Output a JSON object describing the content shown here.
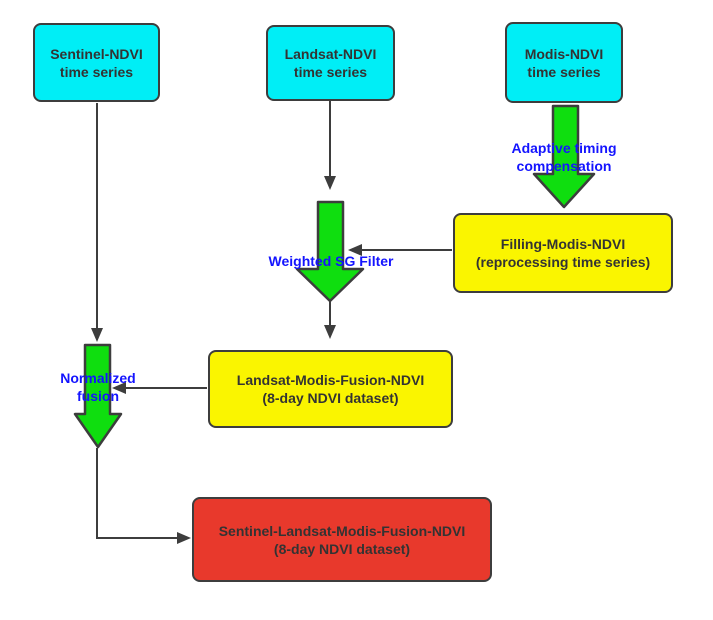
{
  "diagram": {
    "type": "flowchart",
    "background": "#ffffff",
    "colors": {
      "source_box": "#00EEF6",
      "process_box": "#FAF500",
      "result_box": "#E8392C",
      "block_arrow": "#0FDE0F",
      "edge_label_text": "#1414FF",
      "line": "#3D3D3D",
      "node_text": "#333333"
    },
    "nodes": {
      "sentinel": {
        "line1": "Sentinel-NDVI",
        "line2": "time series"
      },
      "landsat": {
        "line1": "Landsat-NDVI",
        "line2": "time series"
      },
      "modis": {
        "line1": "Modis-NDVI",
        "line2": "time series"
      },
      "filling_modis": {
        "line1": "Filling-Modis-NDVI",
        "line2": "(reprocessing time series)"
      },
      "landsat_modis_fusion": {
        "line1": "Landsat-Modis-Fusion-NDVI",
        "line2": "(8-day NDVI dataset)"
      },
      "sentinel_landsat_modis_fusion": {
        "line1": "Sentinel-Landsat-Modis-Fusion-NDVI",
        "line2": "(8-day NDVI dataset)"
      }
    },
    "edge_labels": {
      "adaptive_timing": {
        "line1": "Adaptive timing",
        "line2": "compensation"
      },
      "weighted_sg": {
        "line1": "Weighted SG Filter"
      },
      "normalized_fusion": {
        "line1": "Normalized",
        "line2": "fusion"
      }
    }
  }
}
